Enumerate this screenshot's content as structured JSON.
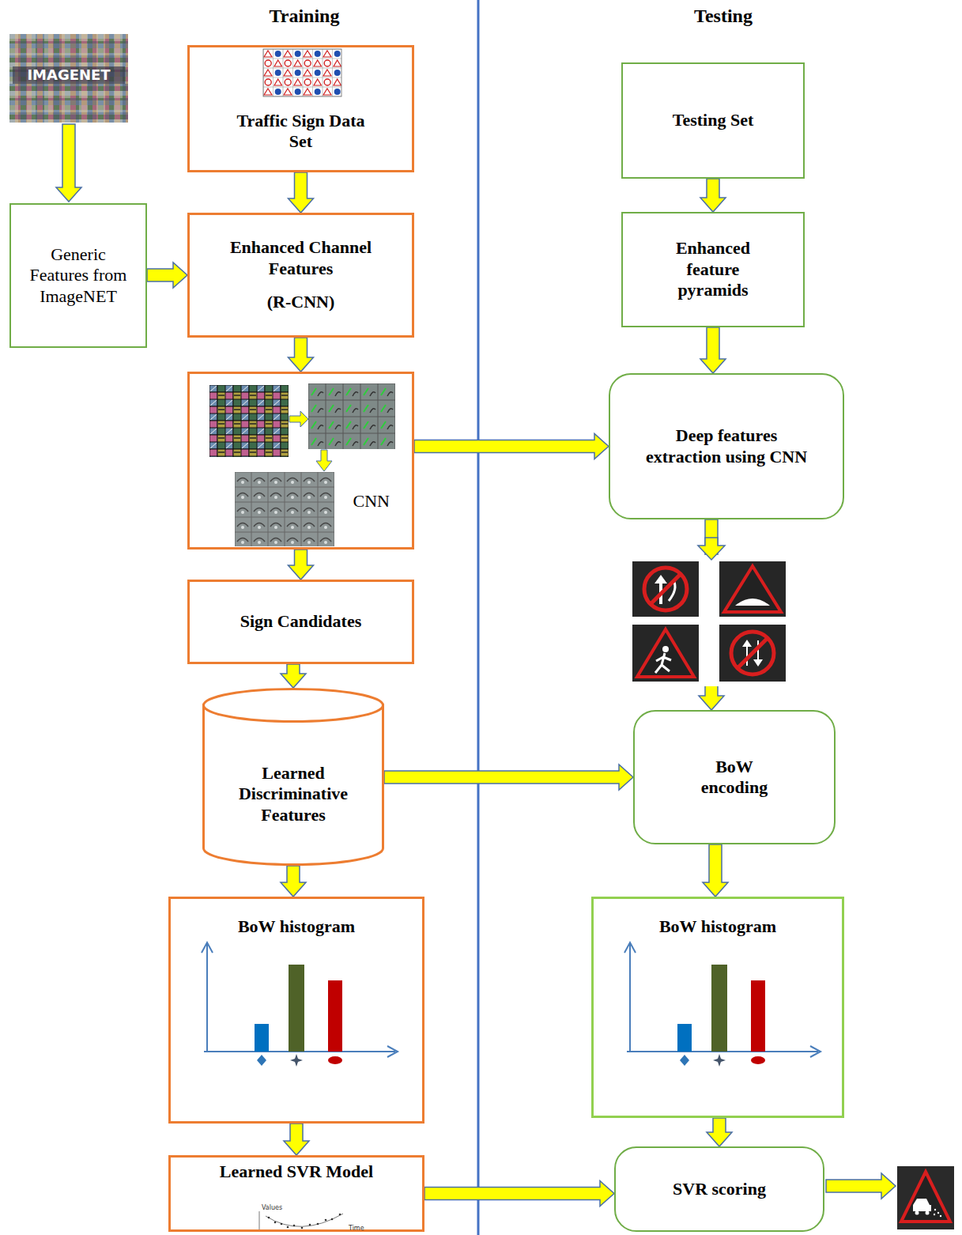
{
  "diagram": {
    "nodes": [
      {
        "text": [
          "Traffic Sign Data Set"
        ]
      },
      {
        "text": [
          "Generic Features from ImageNET"
        ]
      },
      {
        "text": [
          "Enhanced Channel Features",
          "(R-CNN)"
        ]
      },
      {
        "text": [
          "CNN"
        ]
      },
      {
        "text": [
          "Sign Candidates"
        ]
      },
      {
        "text": [
          "Learned Discriminative Features"
        ]
      },
      {
        "text": [
          "BoW histogram"
        ]
      },
      {
        "text": [
          "Learned SVR Model"
        ]
      },
      {
        "text": [
          "Testing Set"
        ]
      },
      {
        "text": [
          "Enhanced feature pyramids"
        ]
      },
      {
        "text": [
          "Deep features extraction using CNN"
        ]
      },
      {
        "text": [
          "BoW encoding"
        ]
      },
      {
        "text": [
          "BoW histogram"
        ]
      },
      {
        "text": [
          "SVR scoring"
        ]
      }
    ],
    "edges": [
      {
        "from": 0,
        "to": 2,
        "arrow": "to"
      },
      {
        "from": 1,
        "to": 2,
        "arrow": "to"
      },
      {
        "from": 2,
        "to": 3,
        "arrow": "to"
      },
      {
        "from": 3,
        "to": 4,
        "arrow": "to"
      },
      {
        "from": 4,
        "to": 5,
        "arrow": "to"
      },
      {
        "from": 5,
        "to": 6,
        "arrow": "to"
      },
      {
        "from": 6,
        "to": 7,
        "arrow": "to"
      },
      {
        "from": 3,
        "to": 10,
        "arrow": "to"
      },
      {
        "from": 5,
        "to": 11,
        "arrow": "to"
      },
      {
        "from": 7,
        "to": 13,
        "arrow": "to"
      },
      {
        "from": 8,
        "to": 9,
        "arrow": "to"
      },
      {
        "from": 9,
        "to": 10,
        "arrow": "to"
      },
      {
        "from": 10,
        "to": 11,
        "arrow": "to"
      },
      {
        "from": 11,
        "to": 12,
        "arrow": "to"
      },
      {
        "from": 12,
        "to": 13,
        "arrow": "to"
      }
    ],
    "labels": [
      "Training",
      "Testing",
      "IMAGENET",
      "Values",
      "Time"
    ]
  }
}
